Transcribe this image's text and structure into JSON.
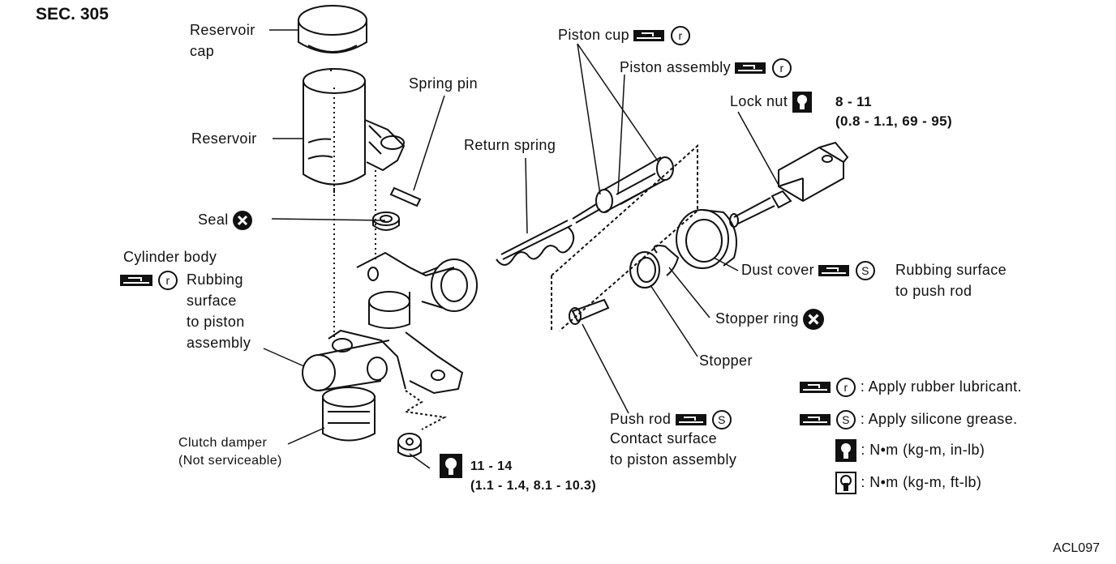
{
  "section": "SEC. 305",
  "figure_code": "ACL097",
  "labels": {
    "reservoir_cap": "Reservoir\ncap",
    "reservoir": "Reservoir",
    "spring_pin": "Spring pin",
    "seal": "Seal",
    "cylinder_body": "Cylinder body",
    "cylinder_body_note": "Rubbing\nsurface\nto piston\nassembly",
    "clutch_damper": "Clutch damper\n(Not serviceable)",
    "damper_torque": "11 - 14\n(1.1 - 1.4, 8.1 - 10.3)",
    "piston_cup": "Piston cup",
    "piston_assembly": "Piston assembly",
    "return_spring": "Return spring",
    "lock_nut": "Lock nut",
    "lock_nut_torque": "8 - 11\n(0.8 - 1.1, 69 - 95)",
    "dust_cover": "Dust cover",
    "dust_cover_note": "Rubbing surface\nto push rod",
    "stopper_ring": "Stopper ring",
    "stopper": "Stopper",
    "push_rod": "Push rod",
    "push_rod_note": "Contact surface\nto piston assembly"
  },
  "legend": [
    {
      "icon": "rubber-lubricant",
      "text": ": Apply rubber lubricant."
    },
    {
      "icon": "silicone-grease",
      "text": ": Apply silicone grease."
    },
    {
      "icon": "torque-in-lb",
      "text": ": N•m (kg-m, in-lb)"
    },
    {
      "icon": "torque-ft-lb",
      "text": ": N•m (kg-m, ft-lb)"
    }
  ]
}
